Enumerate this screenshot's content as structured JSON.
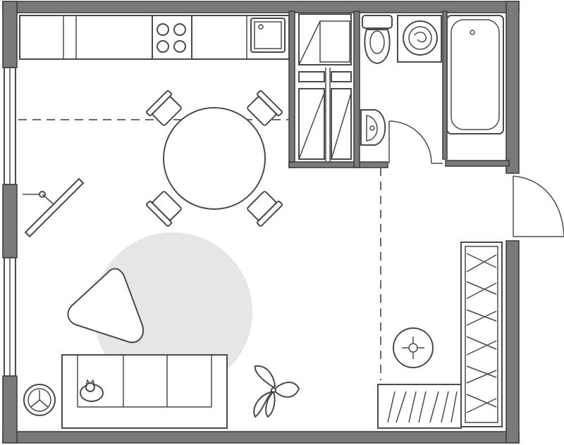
{
  "plan": {
    "rooms": [
      "living-room",
      "kitchen-area",
      "hallway",
      "closet",
      "bathroom"
    ],
    "fixtures": [
      "kitchen-counter",
      "cooktop",
      "kitchen-sink",
      "round-dining-table",
      "dining-chairs",
      "tv-stand",
      "rug",
      "armchair",
      "sofa",
      "cat",
      "potted-plant",
      "side-table",
      "toilet",
      "bathroom-sink",
      "washing-machine",
      "bathtub",
      "wardrobe",
      "shoe-rack",
      "floor-drain",
      "entrance-door",
      "bathroom-door"
    ],
    "colors": {
      "wall": "#7a7a7a",
      "line": "#4a4a4a",
      "rug": "#e6e6e6",
      "background": "#ffffff"
    }
  }
}
